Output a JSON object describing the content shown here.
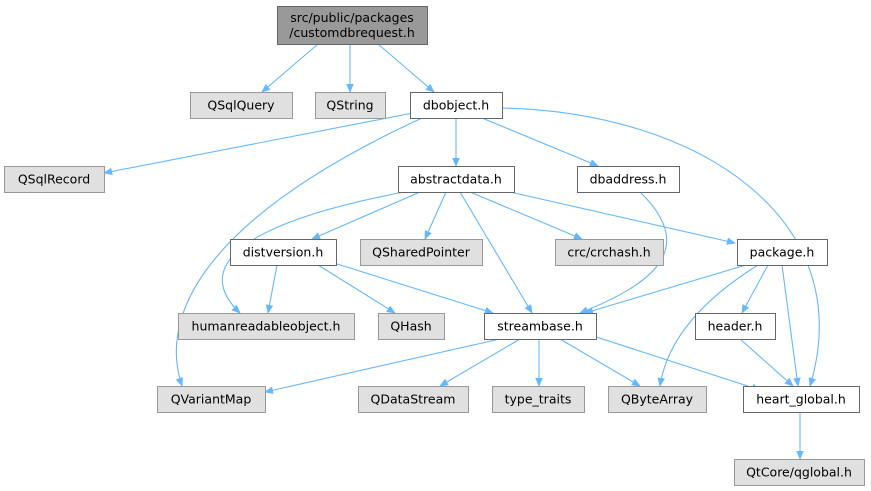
{
  "diagram": {
    "type": "include-dependency-graph",
    "colors": {
      "root_fill": "#999999",
      "root_stroke": "#666666",
      "internal_fill": "#ffffff",
      "internal_stroke": "#666666",
      "external_fill": "#e0e0e0",
      "external_stroke": "#999999",
      "edge": "#63b8ff"
    },
    "nodes": [
      {
        "id": "root",
        "kind": "root",
        "lines": [
          "src/public/packages",
          "/customdbrequest.h"
        ]
      },
      {
        "id": "qsqlquery",
        "kind": "external",
        "lines": [
          "QSqlQuery"
        ]
      },
      {
        "id": "qstring",
        "kind": "external",
        "lines": [
          "QString"
        ]
      },
      {
        "id": "dbobject",
        "kind": "internal",
        "lines": [
          "dbobject.h"
        ]
      },
      {
        "id": "qsqlrecord",
        "kind": "external",
        "lines": [
          "QSqlRecord"
        ]
      },
      {
        "id": "abstractdata",
        "kind": "internal",
        "lines": [
          "abstractdata.h"
        ]
      },
      {
        "id": "dbaddress",
        "kind": "internal",
        "lines": [
          "dbaddress.h"
        ]
      },
      {
        "id": "distversion",
        "kind": "internal",
        "lines": [
          "distversion.h"
        ]
      },
      {
        "id": "qsharedpointer",
        "kind": "external",
        "lines": [
          "QSharedPointer"
        ]
      },
      {
        "id": "crchash",
        "kind": "external",
        "lines": [
          "crc/crchash.h"
        ]
      },
      {
        "id": "package",
        "kind": "internal",
        "lines": [
          "package.h"
        ]
      },
      {
        "id": "humanreadable",
        "kind": "external",
        "lines": [
          "humanreadableobject.h"
        ]
      },
      {
        "id": "qhash",
        "kind": "external",
        "lines": [
          "QHash"
        ]
      },
      {
        "id": "streambase",
        "kind": "internal",
        "lines": [
          "streambase.h"
        ]
      },
      {
        "id": "header",
        "kind": "internal",
        "lines": [
          "header.h"
        ]
      },
      {
        "id": "qvariantmap",
        "kind": "external",
        "lines": [
          "QVariantMap"
        ]
      },
      {
        "id": "qdatastream",
        "kind": "external",
        "lines": [
          "QDataStream"
        ]
      },
      {
        "id": "typetraits",
        "kind": "external",
        "lines": [
          "type_traits"
        ]
      },
      {
        "id": "qbytearray",
        "kind": "external",
        "lines": [
          "QByteArray"
        ]
      },
      {
        "id": "heartglobal",
        "kind": "internal",
        "lines": [
          "heart_global.h"
        ]
      },
      {
        "id": "qglobal",
        "kind": "external",
        "lines": [
          "QtCore/qglobal.h"
        ]
      }
    ],
    "edges": [
      {
        "from": "root",
        "to": "qsqlquery"
      },
      {
        "from": "root",
        "to": "qstring"
      },
      {
        "from": "root",
        "to": "dbobject"
      },
      {
        "from": "dbobject",
        "to": "qsqlrecord"
      },
      {
        "from": "dbobject",
        "to": "abstractdata"
      },
      {
        "from": "dbobject",
        "to": "dbaddress"
      },
      {
        "from": "dbobject",
        "to": "qvariantmap"
      },
      {
        "from": "dbobject",
        "to": "heartglobal"
      },
      {
        "from": "abstractdata",
        "to": "distversion"
      },
      {
        "from": "abstractdata",
        "to": "qsharedpointer"
      },
      {
        "from": "abstractdata",
        "to": "crchash"
      },
      {
        "from": "abstractdata",
        "to": "package"
      },
      {
        "from": "abstractdata",
        "to": "humanreadable"
      },
      {
        "from": "abstractdata",
        "to": "streambase"
      },
      {
        "from": "dbaddress",
        "to": "streambase"
      },
      {
        "from": "distversion",
        "to": "humanreadable"
      },
      {
        "from": "distversion",
        "to": "qhash"
      },
      {
        "from": "distversion",
        "to": "streambase"
      },
      {
        "from": "package",
        "to": "streambase"
      },
      {
        "from": "package",
        "to": "header"
      },
      {
        "from": "package",
        "to": "qbytearray"
      },
      {
        "from": "package",
        "to": "heartglobal"
      },
      {
        "from": "streambase",
        "to": "qvariantmap"
      },
      {
        "from": "streambase",
        "to": "qdatastream"
      },
      {
        "from": "streambase",
        "to": "typetraits"
      },
      {
        "from": "streambase",
        "to": "qbytearray"
      },
      {
        "from": "streambase",
        "to": "heartglobal"
      },
      {
        "from": "header",
        "to": "heartglobal"
      },
      {
        "from": "heartglobal",
        "to": "qglobal"
      }
    ]
  }
}
